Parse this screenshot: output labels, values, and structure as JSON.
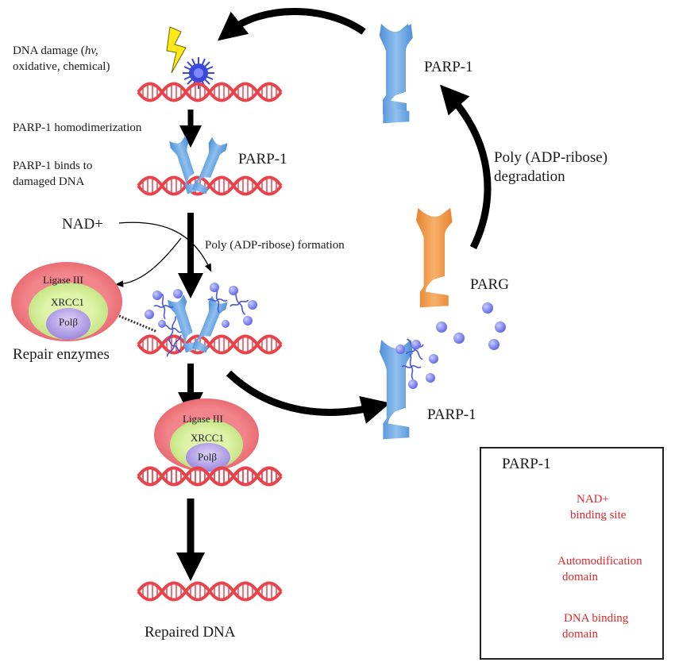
{
  "left": {
    "damage_prefix": "DNA damage (",
    "damage_italic": "hv,",
    "damage_line2": "oxidative, chemical)",
    "homodimerization": "PARP-1 homodimerization",
    "binds_line1": "PARP-1 binds to",
    "binds_line2": "damaged DNA",
    "parp_label": "PARP-1",
    "nad": "NAD+",
    "poly_formation": "Poly (ADP-ribose) formation",
    "repair_enzymes": "Repair enzymes",
    "repaired": "Repaired DNA"
  },
  "complex": {
    "ligase": "Ligase III",
    "xrcc1": "XRCC1",
    "pol": "Polβ"
  },
  "right": {
    "parp_top": "PARP-1",
    "degradation_line1": "Poly (ADP-ribose)",
    "degradation_line2": "degradation",
    "parg": "PARG",
    "parp_bottom": "PARP-1"
  },
  "legend": {
    "title": "PARP-1",
    "nad_site_line1": "NAD+",
    "nad_site_line2": "binding site",
    "auto_line1": "Automodification",
    "auto_line2": "domain",
    "dna_line1": "DNA binding",
    "dna_line2": "domain"
  },
  "colors": {
    "dna": "#e8434a",
    "parp": "#6aa7e2",
    "parg": "#f29a4a",
    "pol_adp": "#4b55d6",
    "ligase": "#ee6f76",
    "xrcc1": "#c9e88a",
    "pol": "#b8a6e6",
    "arrow": "#000000",
    "legend_text": "#e0262a"
  }
}
